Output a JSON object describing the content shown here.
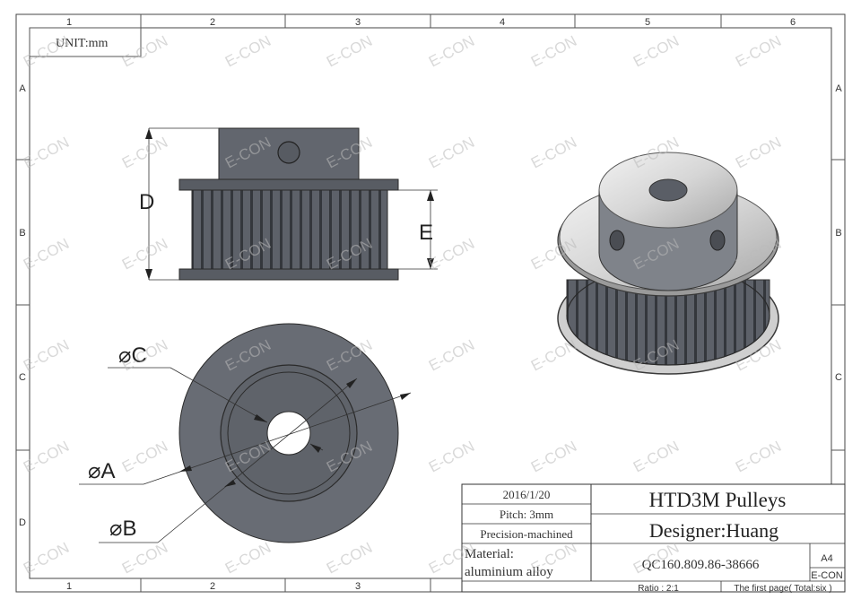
{
  "frame": {
    "columns_top": [
      "1",
      "2",
      "3",
      "4",
      "5",
      "6"
    ],
    "columns_bottom": [
      "1",
      "2",
      "3"
    ],
    "rows": [
      "A",
      "B",
      "C",
      "D"
    ]
  },
  "unit_label": "UNIT:mm",
  "dimensions": {
    "height_label": "D",
    "teeth_width_label": "E",
    "bore_label": "C",
    "outer_label": "A",
    "inner_label": "B"
  },
  "watermark": "E-CON",
  "title_block": {
    "date": "2016/1/20",
    "pitch": "Pitch: 3mm",
    "process": "Precision-machined",
    "material_label": "Material:",
    "material_value": "aluminium alloy",
    "title": "HTD3M Pulleys",
    "designer": "Designer:Huang",
    "phone": "QC160.809.86-38666",
    "sheet_size": "A4",
    "company": "E-CON",
    "ratio": "Ratio : 2:1",
    "page": "The first page( Total:six )"
  }
}
